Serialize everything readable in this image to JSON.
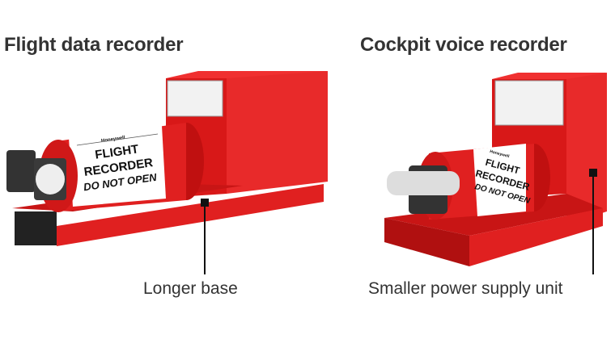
{
  "left": {
    "title": "Flight data recorder",
    "callout": "Longer base",
    "cylinder_text": [
      "FLIGHT",
      "RECORDER",
      "DO NOT OPEN"
    ],
    "brand": "Honeywell"
  },
  "right": {
    "title": "Cockpit voice recorder",
    "callout": "Smaller power supply unit",
    "cylinder_text": [
      "FLIGHT",
      "RECORDER",
      "DO NOT OPEN"
    ],
    "brand": "Honeywell"
  },
  "colors": {
    "red": "#e02020",
    "dark_red": "#b01010",
    "text": "#333333"
  }
}
